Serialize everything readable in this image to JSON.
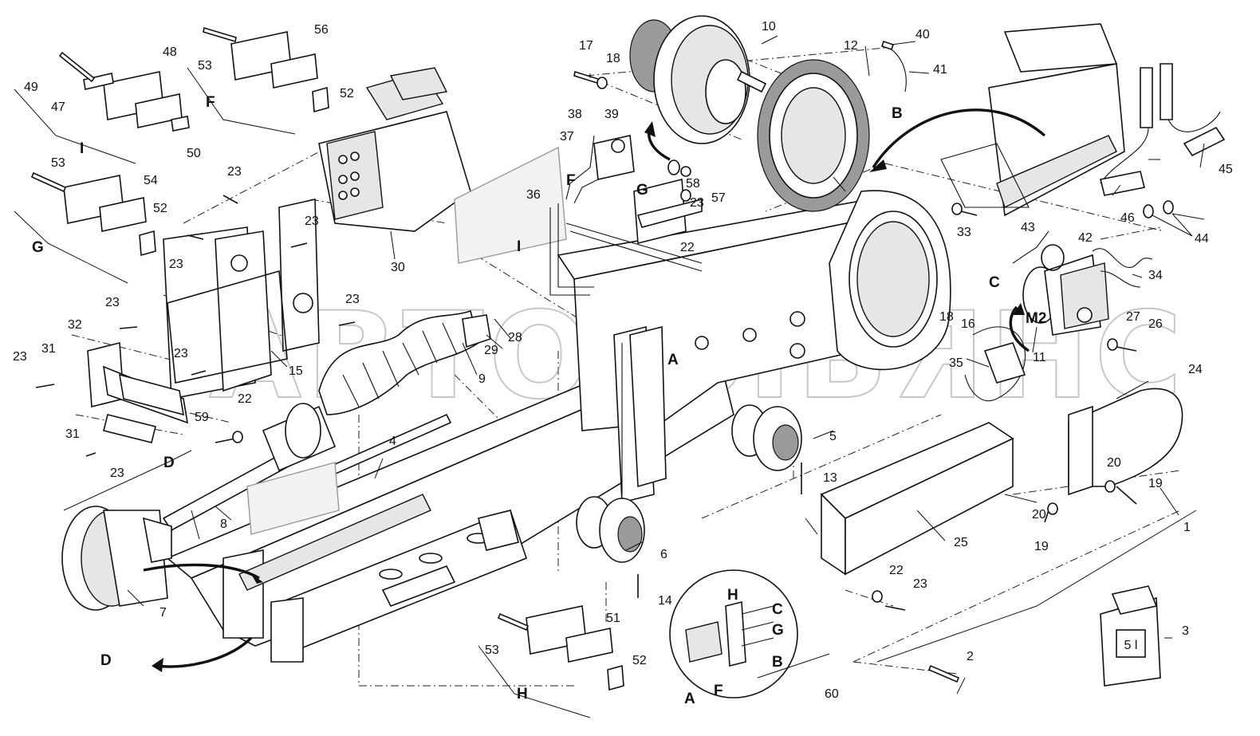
{
  "watermark": "АВТОАЛЬЯНС",
  "part_labels": [
    {
      "id": "p1",
      "text": "1"
    },
    {
      "id": "p2",
      "text": "2"
    },
    {
      "id": "p3",
      "text": "3"
    },
    {
      "id": "p4",
      "text": "4"
    },
    {
      "id": "p5",
      "text": "5"
    },
    {
      "id": "p6",
      "text": "6"
    },
    {
      "id": "p7",
      "text": "7"
    },
    {
      "id": "p8",
      "text": "8"
    },
    {
      "id": "p9",
      "text": "9"
    },
    {
      "id": "p10",
      "text": "10"
    },
    {
      "id": "p11",
      "text": "11"
    },
    {
      "id": "p12",
      "text": "12"
    },
    {
      "id": "p13",
      "text": "13"
    },
    {
      "id": "p14",
      "text": "14"
    },
    {
      "id": "p15",
      "text": "15"
    },
    {
      "id": "p16",
      "text": "16"
    },
    {
      "id": "p17",
      "text": "17"
    },
    {
      "id": "p18a",
      "text": "18"
    },
    {
      "id": "p18b",
      "text": "18"
    },
    {
      "id": "p19a",
      "text": "19"
    },
    {
      "id": "p19b",
      "text": "19"
    },
    {
      "id": "p20a",
      "text": "20"
    },
    {
      "id": "p20b",
      "text": "20"
    },
    {
      "id": "p22a",
      "text": "22"
    },
    {
      "id": "p22b",
      "text": "22"
    },
    {
      "id": "p22c",
      "text": "22"
    },
    {
      "id": "p23a",
      "text": "23"
    },
    {
      "id": "p23b",
      "text": "23"
    },
    {
      "id": "p23c",
      "text": "23"
    },
    {
      "id": "p23d",
      "text": "23"
    },
    {
      "id": "p23e",
      "text": "23"
    },
    {
      "id": "p23f",
      "text": "23"
    },
    {
      "id": "p23g",
      "text": "23"
    },
    {
      "id": "p23h",
      "text": "23"
    },
    {
      "id": "p23i",
      "text": "23"
    },
    {
      "id": "p23j",
      "text": "23"
    },
    {
      "id": "p24",
      "text": "24"
    },
    {
      "id": "p25",
      "text": "25"
    },
    {
      "id": "p26",
      "text": "26"
    },
    {
      "id": "p27",
      "text": "27"
    },
    {
      "id": "p28",
      "text": "28"
    },
    {
      "id": "p29",
      "text": "29"
    },
    {
      "id": "p30",
      "text": "30"
    },
    {
      "id": "p31a",
      "text": "31"
    },
    {
      "id": "p31b",
      "text": "31"
    },
    {
      "id": "p32",
      "text": "32"
    },
    {
      "id": "p33",
      "text": "33"
    },
    {
      "id": "p34",
      "text": "34"
    },
    {
      "id": "p35",
      "text": "35"
    },
    {
      "id": "p36",
      "text": "36"
    },
    {
      "id": "p37",
      "text": "37"
    },
    {
      "id": "p38",
      "text": "38"
    },
    {
      "id": "p39",
      "text": "39"
    },
    {
      "id": "p40",
      "text": "40"
    },
    {
      "id": "p41",
      "text": "41"
    },
    {
      "id": "p42",
      "text": "42"
    },
    {
      "id": "p43",
      "text": "43"
    },
    {
      "id": "p44",
      "text": "44"
    },
    {
      "id": "p45",
      "text": "45"
    },
    {
      "id": "p46",
      "text": "46"
    },
    {
      "id": "p47",
      "text": "47"
    },
    {
      "id": "p48",
      "text": "48"
    },
    {
      "id": "p49",
      "text": "49"
    },
    {
      "id": "p50",
      "text": "50"
    },
    {
      "id": "p51",
      "text": "51"
    },
    {
      "id": "p52a",
      "text": "52"
    },
    {
      "id": "p52b",
      "text": "52"
    },
    {
      "id": "p52c",
      "text": "52"
    },
    {
      "id": "p53a",
      "text": "53"
    },
    {
      "id": "p53b",
      "text": "53"
    },
    {
      "id": "p53c",
      "text": "53"
    },
    {
      "id": "p54",
      "text": "54"
    },
    {
      "id": "p56",
      "text": "56"
    },
    {
      "id": "p57",
      "text": "57"
    },
    {
      "id": "p58",
      "text": "58"
    },
    {
      "id": "p59",
      "text": "59"
    },
    {
      "id": "p60",
      "text": "60"
    }
  ],
  "group_labels": [
    {
      "id": "gI1",
      "text": "I"
    },
    {
      "id": "gF1",
      "text": "F"
    },
    {
      "id": "gG1",
      "text": "G"
    },
    {
      "id": "gH1",
      "text": "H"
    },
    {
      "id": "gD1",
      "text": "D"
    },
    {
      "id": "gD2",
      "text": "D"
    },
    {
      "id": "gA1",
      "text": "A"
    },
    {
      "id": "gB1",
      "text": "B"
    },
    {
      "id": "gC1",
      "text": "C"
    },
    {
      "id": "gM2",
      "text": "M2"
    },
    {
      "id": "gF2",
      "text": "F"
    },
    {
      "id": "gG2",
      "text": "G"
    },
    {
      "id": "gI2",
      "text": "I"
    },
    {
      "id": "gH2",
      "text": "H"
    },
    {
      "id": "gC2",
      "text": "C"
    },
    {
      "id": "gG3",
      "text": "G"
    },
    {
      "id": "gB2",
      "text": "B"
    },
    {
      "id": "gA2",
      "text": "A"
    },
    {
      "id": "gF3",
      "text": "F"
    }
  ],
  "canister_label": "5 l"
}
